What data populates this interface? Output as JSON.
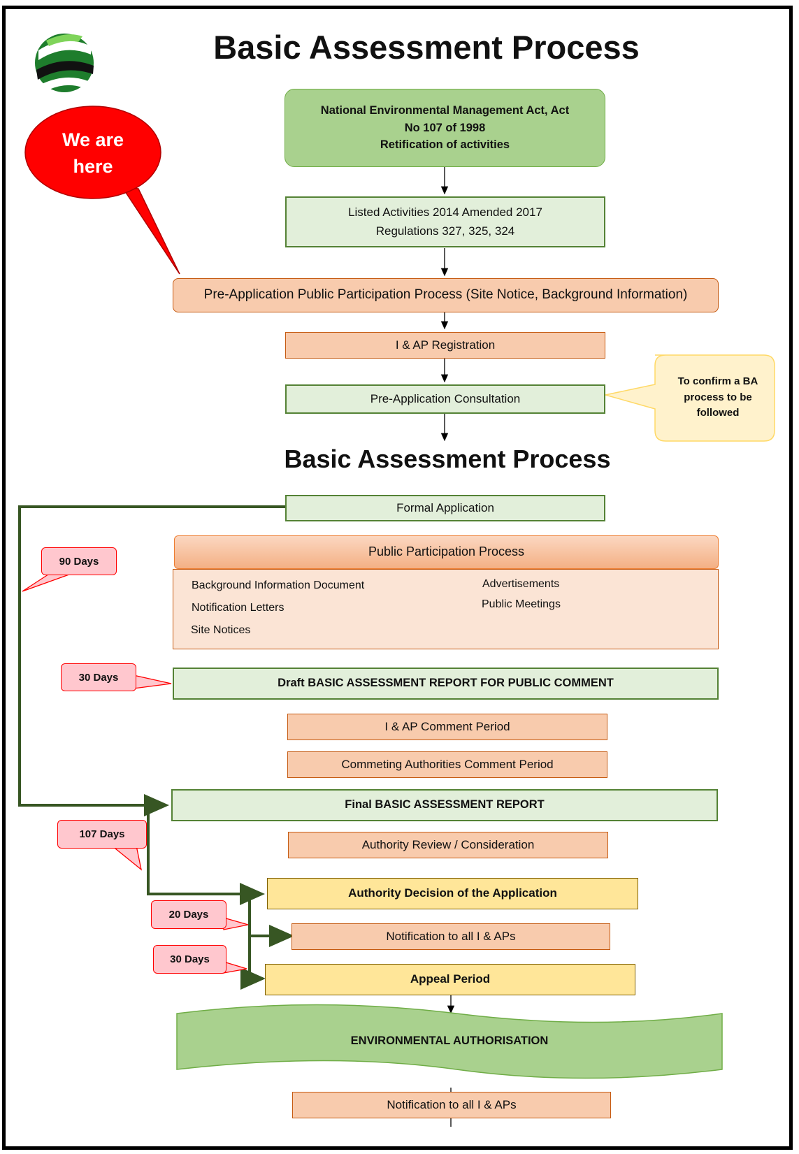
{
  "main_title": "Basic Assessment Process",
  "section_title": "Basic Assessment Process",
  "callout_we_are_here": "We are here",
  "callout_confirm": "To confirm a BA process to be followed",
  "nema_box": {
    "line1": "National Environmental Management Act, Act",
    "line2": "No 107 of 1998",
    "line3": "Retification of activities"
  },
  "listed_box": {
    "line1": "Listed Activities 2014 Amended 2017",
    "line2": "Regulations 327, 325, 324"
  },
  "pre_app_pp": "Pre-Application Public Participation Process (Site Notice, Background Information)",
  "iap_registration": "I & AP Registration",
  "pre_app_consult": "Pre-Application Consultation",
  "formal_application": "Formal Application",
  "pp_header": "Public Participation Process",
  "pp_items": {
    "bid": "Background Information Document",
    "letters": "Notification Letters",
    "site_notices": "Site Notices",
    "adverts": "Advertisements",
    "meetings": "Public Meetings"
  },
  "draft_bar": "Draft BASIC ASSESSMENT REPORT FOR PUBLIC COMMENT",
  "iap_comment": "I & AP Comment Period",
  "auth_comment": "Commeting Authorities Comment Period",
  "final_bar": "Final BASIC ASSESSMENT REPORT",
  "authority_review": "Authority Review / Consideration",
  "authority_decision": "Authority Decision of the Application",
  "notification_1": "Notification to all I & APs",
  "appeal_period": "Appeal Period",
  "env_authorisation": "ENVIRONMENTAL AUTHORISATION",
  "notification_2": "Notification to all I & APs",
  "days_tags": {
    "d90": "90 Days",
    "d30a": "30 Days",
    "d107": "107 Days",
    "d20": "20 Days",
    "d30b": "30 Days"
  },
  "colors": {
    "green_dark": "#a9d18e",
    "green_light": "#e2efda",
    "salmon": "#f8cbad",
    "yellow": "#ffe699",
    "callout_red": "#ff0000",
    "days_pink": "#ffc7ce",
    "connector_green": "#375623"
  },
  "icons": {
    "logo": "striped-globe-logo-icon"
  }
}
